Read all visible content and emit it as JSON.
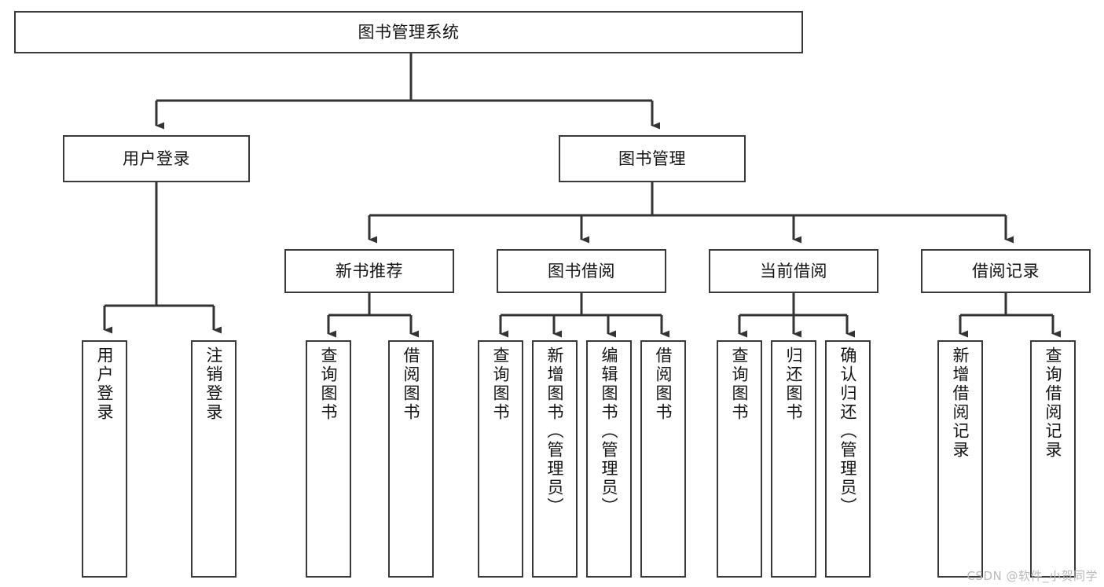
{
  "diagram": {
    "type": "tree",
    "title": "图书管理系统",
    "orientation": "top-down",
    "colors": {
      "box_border": "#3a3a3a",
      "box_fill": "#ffffff",
      "connector": "#333333",
      "text": "#141414",
      "watermark": "#b9b9b9",
      "background": "#ffffff"
    },
    "root": {
      "label": "图书管理系统"
    },
    "level2": [
      {
        "label": "用户登录"
      },
      {
        "label": "图书管理"
      }
    ],
    "level3": [
      {
        "label": "新书推荐"
      },
      {
        "label": "图书借阅"
      },
      {
        "label": "当前借阅"
      },
      {
        "label": "借阅记录"
      }
    ],
    "leaves": {
      "user_login": [
        {
          "label": "用户登录"
        },
        {
          "label": "注销登录"
        }
      ],
      "new_book_recommend": [
        {
          "label": "查询图书"
        },
        {
          "label": "借阅图书"
        }
      ],
      "book_borrow": [
        {
          "label": "查询图书"
        },
        {
          "label": "新增图书（管理员）"
        },
        {
          "label": "编辑图书（管理员）"
        },
        {
          "label": "借阅图书"
        }
      ],
      "current_borrow": [
        {
          "label": "查询图书"
        },
        {
          "label": "归还图书"
        },
        {
          "label": "确认归还（管理员）"
        }
      ],
      "borrow_record": [
        {
          "label": "新增借阅记录"
        },
        {
          "label": "查询借阅记录"
        }
      ]
    }
  },
  "watermark": {
    "text": "CSDN @软件_小贺同学"
  }
}
